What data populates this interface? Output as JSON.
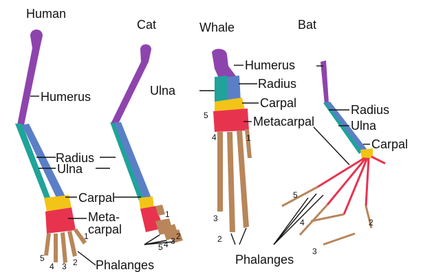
{
  "species": {
    "human": "Human",
    "cat": "Cat",
    "whale": "Whale",
    "bat": "Bat"
  },
  "bones": {
    "humerus": "Humerus",
    "radius": "Radius",
    "ulna": "Ulna",
    "carpal": "Carpal",
    "metacarpal": "Metacarpal",
    "meta_part1": "Meta-",
    "meta_part2": "carpal",
    "phalanges": "Phalanges"
  },
  "digits": {
    "human": [
      "1",
      "2",
      "3",
      "4",
      "5"
    ],
    "cat": [
      "1",
      "2",
      "3",
      "4",
      "5"
    ],
    "whale": [
      "1",
      "2",
      "3",
      "4",
      "5"
    ],
    "bat": [
      "2",
      "3",
      "4",
      "5"
    ]
  },
  "colors": {
    "humerus": "#8e44ad",
    "radius": "#5b7fc7",
    "ulna": "#1fa39a",
    "carpal": "#f2c418",
    "metacarpal": "#e8334f",
    "phalanges": "#b8865a"
  }
}
